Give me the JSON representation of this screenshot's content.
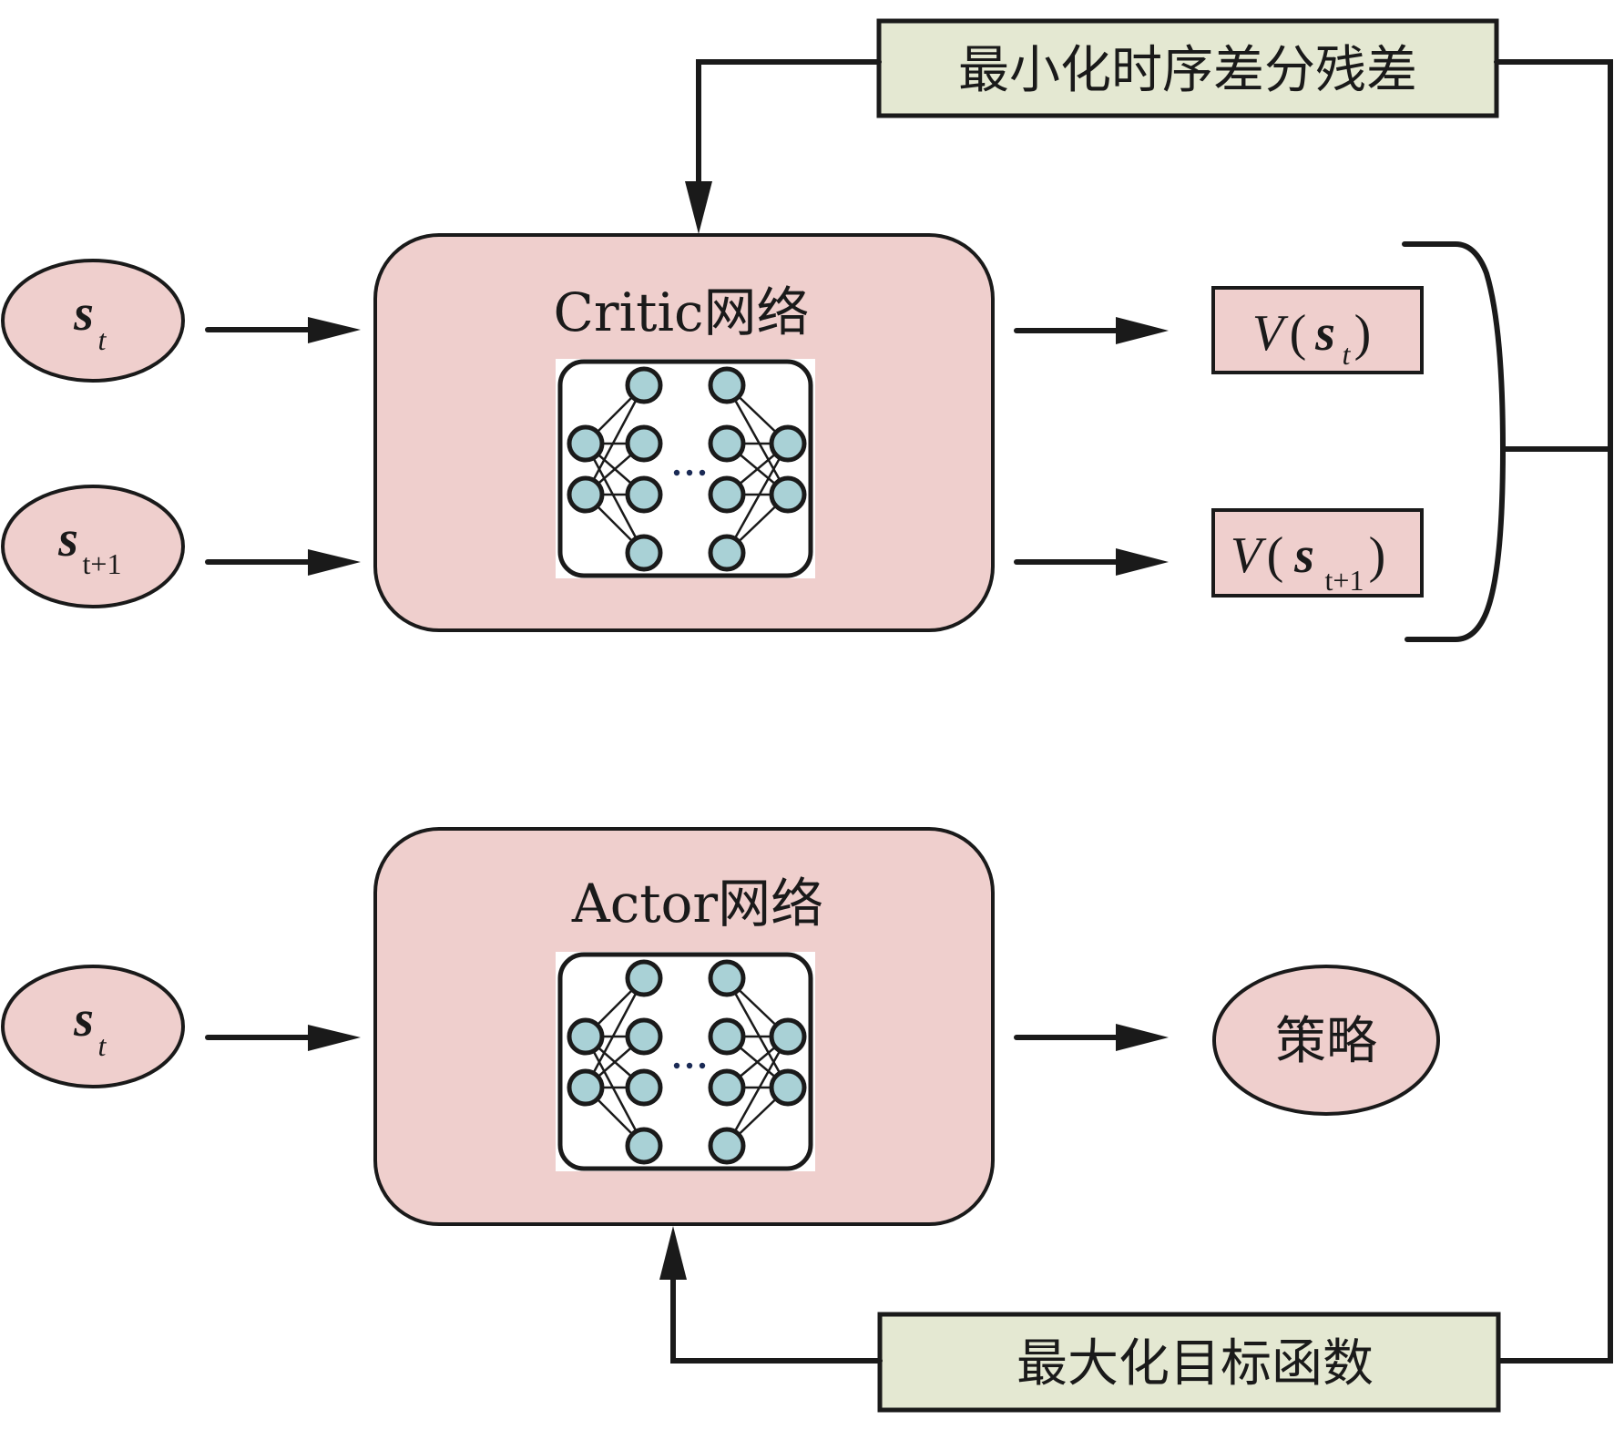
{
  "colors": {
    "network_fill": "#efcfcd",
    "objective_fill": "#e4e8d2",
    "neuron_fill": "#a9d1d6",
    "stroke": "#1a1a1a"
  },
  "inputs": {
    "critic_state_t": {
      "symbol": "s",
      "subscript": "t"
    },
    "critic_state_t1": {
      "symbol": "s",
      "subscript": "t+1"
    },
    "actor_state_t": {
      "symbol": "s",
      "subscript": "t"
    }
  },
  "critic": {
    "title": "Critic网络",
    "outputs": [
      {
        "func": "V",
        "symbol": "s",
        "subscript": "t"
      },
      {
        "func": "V",
        "symbol": "s",
        "subscript": "t+1"
      }
    ]
  },
  "actor": {
    "title": "Actor网络",
    "output": "策略"
  },
  "objectives": {
    "critic": "最小化时序差分残差",
    "actor": "最大化目标函数"
  },
  "neural_net_icon": {
    "layers": [
      2,
      4,
      4,
      2
    ],
    "ellipsis": "..."
  }
}
